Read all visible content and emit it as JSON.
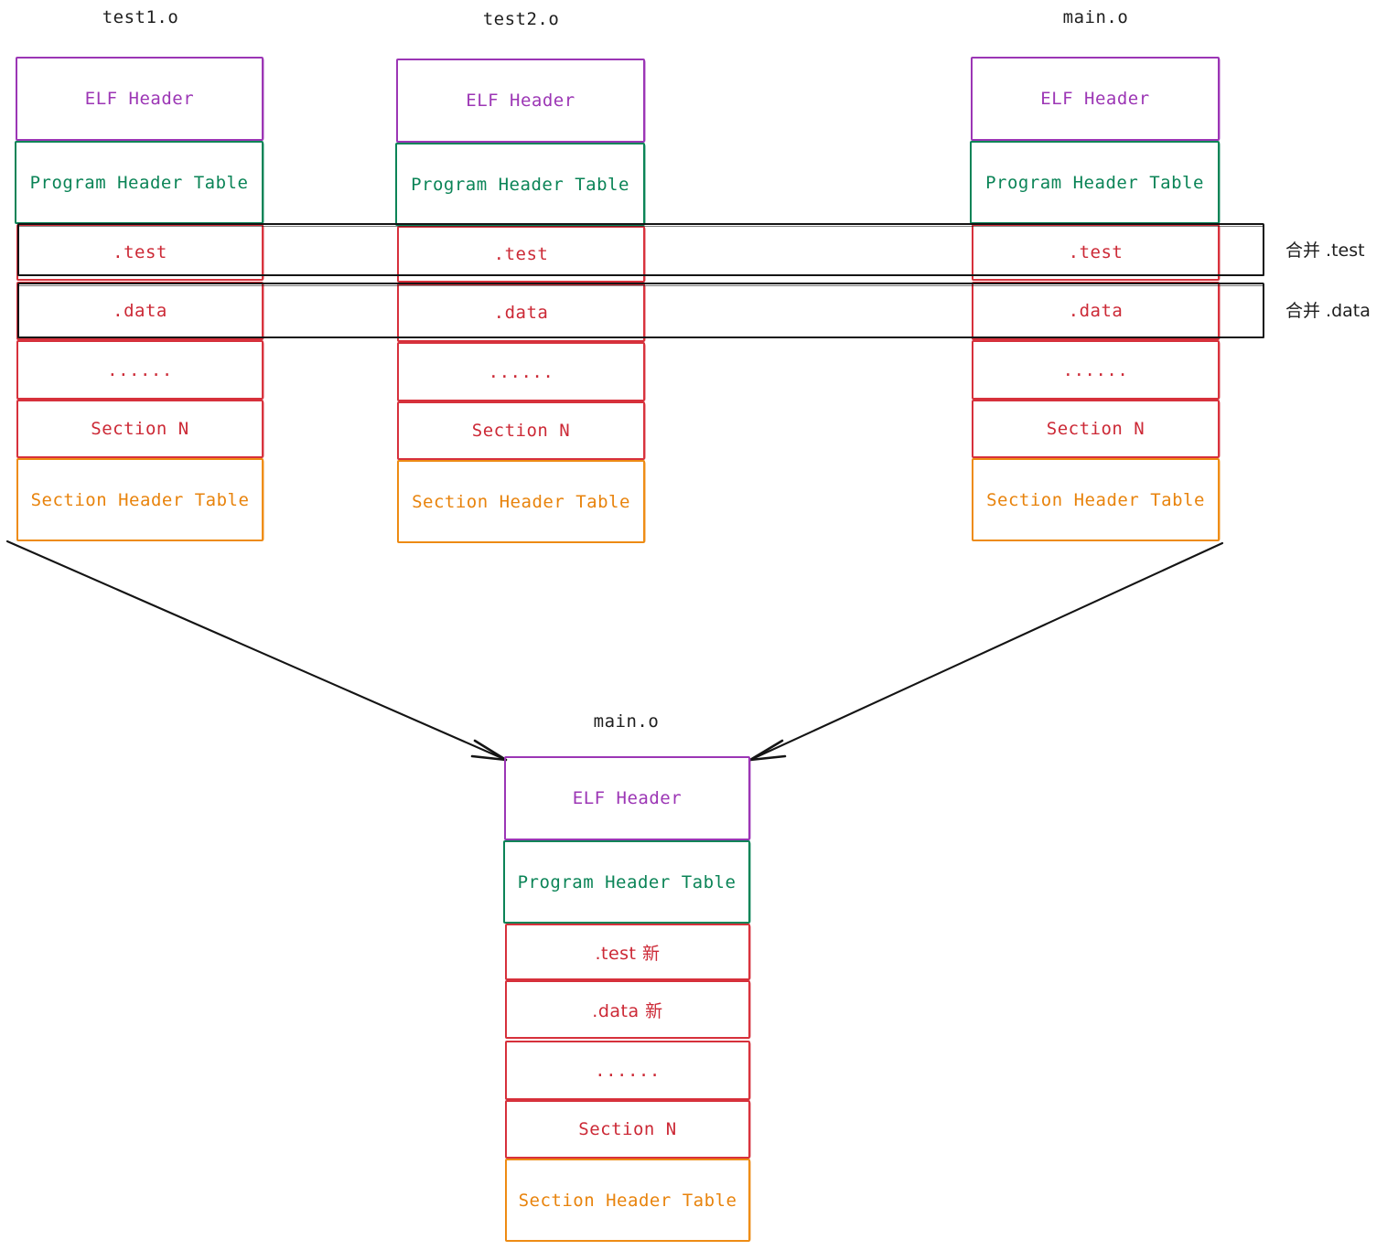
{
  "diagram": {
    "title_top_left": "test1.o",
    "title_top_mid": "test2.o",
    "title_top_right": "main.o",
    "title_bottom": "main.o",
    "colors": {
      "elf_header": "#9c36b5",
      "program_header_table": "#0b8457",
      "section": "#cc2936",
      "section_header_table": "#e8830c",
      "arrow": "#141414",
      "merge_box": "#141414",
      "text": "#1e1e1e",
      "background": "#ffffff"
    },
    "segment_labels": {
      "elf_header": "ELF Header",
      "program_header_table": "Program Header Table",
      "text_section": ".test",
      "data_section": ".data",
      "ellipsis": "......",
      "section_n": "Section N",
      "section_header_table": "Section Header Table",
      "text_section_new": ".test 新",
      "data_section_new": ".data 新"
    },
    "columns": [
      {
        "name": "test1.o",
        "title": "test1.o",
        "segments": [
          {
            "label": "ELF Header",
            "kind": "elf"
          },
          {
            "label": "Program Header Table",
            "kind": "pht"
          },
          {
            "label": ".test",
            "kind": "sec"
          },
          {
            "label": ".data",
            "kind": "sec"
          },
          {
            "label": "......",
            "kind": "sec"
          },
          {
            "label": "Section N",
            "kind": "sec"
          },
          {
            "label": "Section Header Table",
            "kind": "sht"
          }
        ]
      },
      {
        "name": "test2.o",
        "title": "test2.o",
        "segments": [
          {
            "label": "ELF Header",
            "kind": "elf"
          },
          {
            "label": "Program Header Table",
            "kind": "pht"
          },
          {
            "label": ".test",
            "kind": "sec"
          },
          {
            "label": ".data",
            "kind": "sec"
          },
          {
            "label": "......",
            "kind": "sec"
          },
          {
            "label": "Section N",
            "kind": "sec"
          },
          {
            "label": "Section Header Table",
            "kind": "sht"
          }
        ]
      },
      {
        "name": "main.o",
        "title": "main.o",
        "segments": [
          {
            "label": "ELF Header",
            "kind": "elf"
          },
          {
            "label": "Program Header Table",
            "kind": "pht"
          },
          {
            "label": ".test",
            "kind": "sec"
          },
          {
            "label": ".data",
            "kind": "sec"
          },
          {
            "label": "......",
            "kind": "sec"
          },
          {
            "label": "Section N",
            "kind": "sec"
          },
          {
            "label": "Section Header Table",
            "kind": "sht"
          }
        ]
      }
    ],
    "result": {
      "name": "main.o",
      "title": "main.o",
      "segments": [
        {
          "label": "ELF Header",
          "kind": "elf"
        },
        {
          "label": "Program Header Table",
          "kind": "pht"
        },
        {
          "label": ".test 新",
          "kind": "sec"
        },
        {
          "label": ".data 新",
          "kind": "sec"
        },
        {
          "label": "......",
          "kind": "sec"
        },
        {
          "label": "Section N",
          "kind": "sec"
        },
        {
          "label": "Section Header Table",
          "kind": "sht"
        }
      ]
    },
    "merge_annotations": [
      {
        "label": "合并 .test",
        "target": ".test"
      },
      {
        "label": "合并 .data",
        "target": ".data"
      }
    ]
  }
}
